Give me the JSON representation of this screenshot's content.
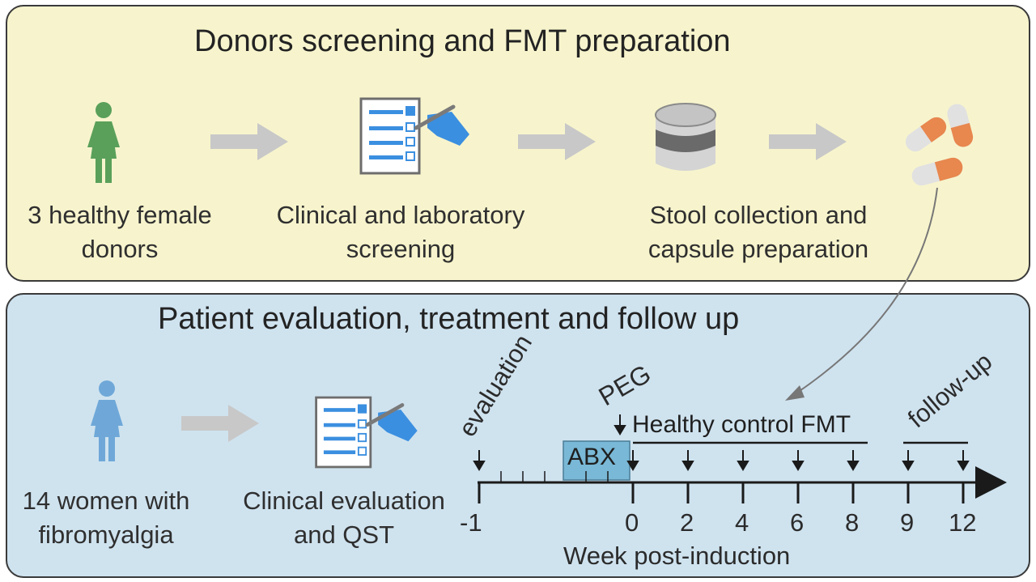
{
  "top_panel": {
    "title": "Donors screening and FMT preparation",
    "steps": [
      {
        "line1": "3 healthy female",
        "line2": "donors"
      },
      {
        "line1": "Clinical and laboratory",
        "line2": "screening"
      },
      {
        "line1": "Stool collection and",
        "line2": "capsule preparation"
      }
    ]
  },
  "bottom_panel": {
    "title": "Patient evaluation, treatment and follow up",
    "steps": [
      {
        "line1": "14 women with",
        "line2": "fibromyalgia"
      },
      {
        "line1": "Clinical evaluation",
        "line2": "and QST"
      }
    ]
  },
  "timeline": {
    "evaluation_label": "evaluation",
    "peg_label": "PEG",
    "abx_label": "ABX",
    "fmt_label": "Healthy control FMT",
    "followup_label": "follow-up",
    "axis_title": "Week post-induction",
    "ticks": [
      "-1",
      "0",
      "2",
      "4",
      "6",
      "8",
      "9",
      "12"
    ]
  },
  "colors": {
    "donor_icon": "#5aa05a",
    "patient_icon": "#6fa8d8",
    "hand": "#3b8fe0",
    "capsule_orange": "#e8874e",
    "arrow_gray": "#c8c8c8",
    "abx_box": "#79b8d6"
  },
  "icons": [
    "female-figure-icon",
    "clipboard-checklist-icon",
    "stool-container-icon",
    "capsules-icon"
  ]
}
